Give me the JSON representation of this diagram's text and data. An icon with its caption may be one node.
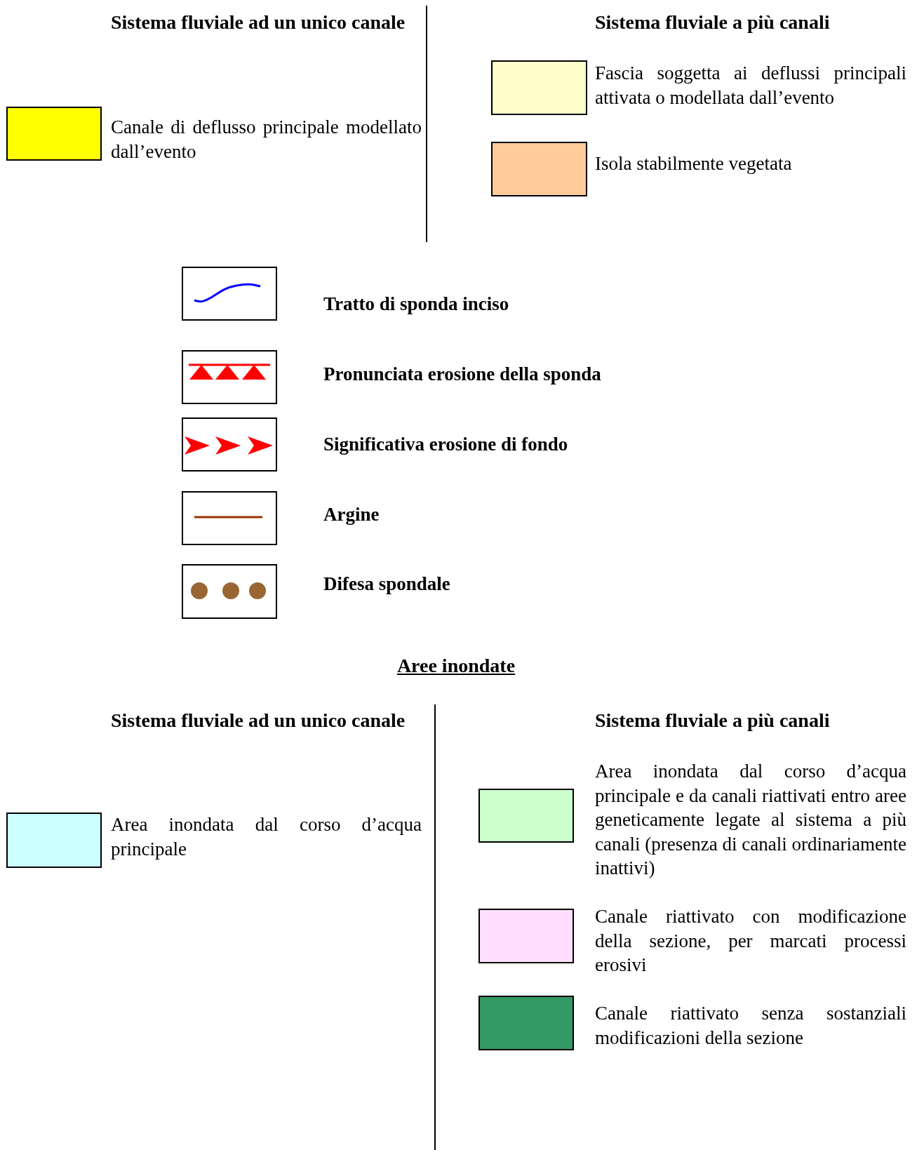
{
  "diagram": {
    "labels": [
      "Sistema fluviale ad un unico canale",
      "Sistema fluviale a più canali",
      "Aree inondate",
      "Sistema fluviale ad un unico canale",
      "Sistema fluviale a più canali"
    ],
    "legend": [
      {
        "text": "Canale di deflusso principale modellato dall’evento",
        "color": "#ffff00"
      },
      {
        "text": "Fascia soggetta ai deflussi principali attivata o modellata dall’evento",
        "color": "#ffffcc"
      },
      {
        "text": "Isola stabilmente vegetata",
        "color": "#ffcc99"
      },
      {
        "text": "Tratto di sponda inciso"
      },
      {
        "text": "Pronunciata erosione della sponda"
      },
      {
        "text": "Significativa erosione di fondo"
      },
      {
        "text": "Argine"
      },
      {
        "text": "Difesa spondale"
      },
      {
        "text": "Area inondata dal corso d’acqua principale",
        "color": "#ccffff"
      },
      {
        "text": "Area inondata dal corso d’acqua principale e da canali riattivati entro aree geneticamente legate al sistema a più canali (presenza di canali ordinariamente inattivi)",
        "color": "#ccffcc"
      },
      {
        "text": "Canale riattivato con modificazione della sezione, per marcati processi erosivi",
        "color": "#ffdeff"
      },
      {
        "text": "Canale riattivato senza sostanziali modificazioni della sezione",
        "color": "#339966"
      }
    ]
  }
}
